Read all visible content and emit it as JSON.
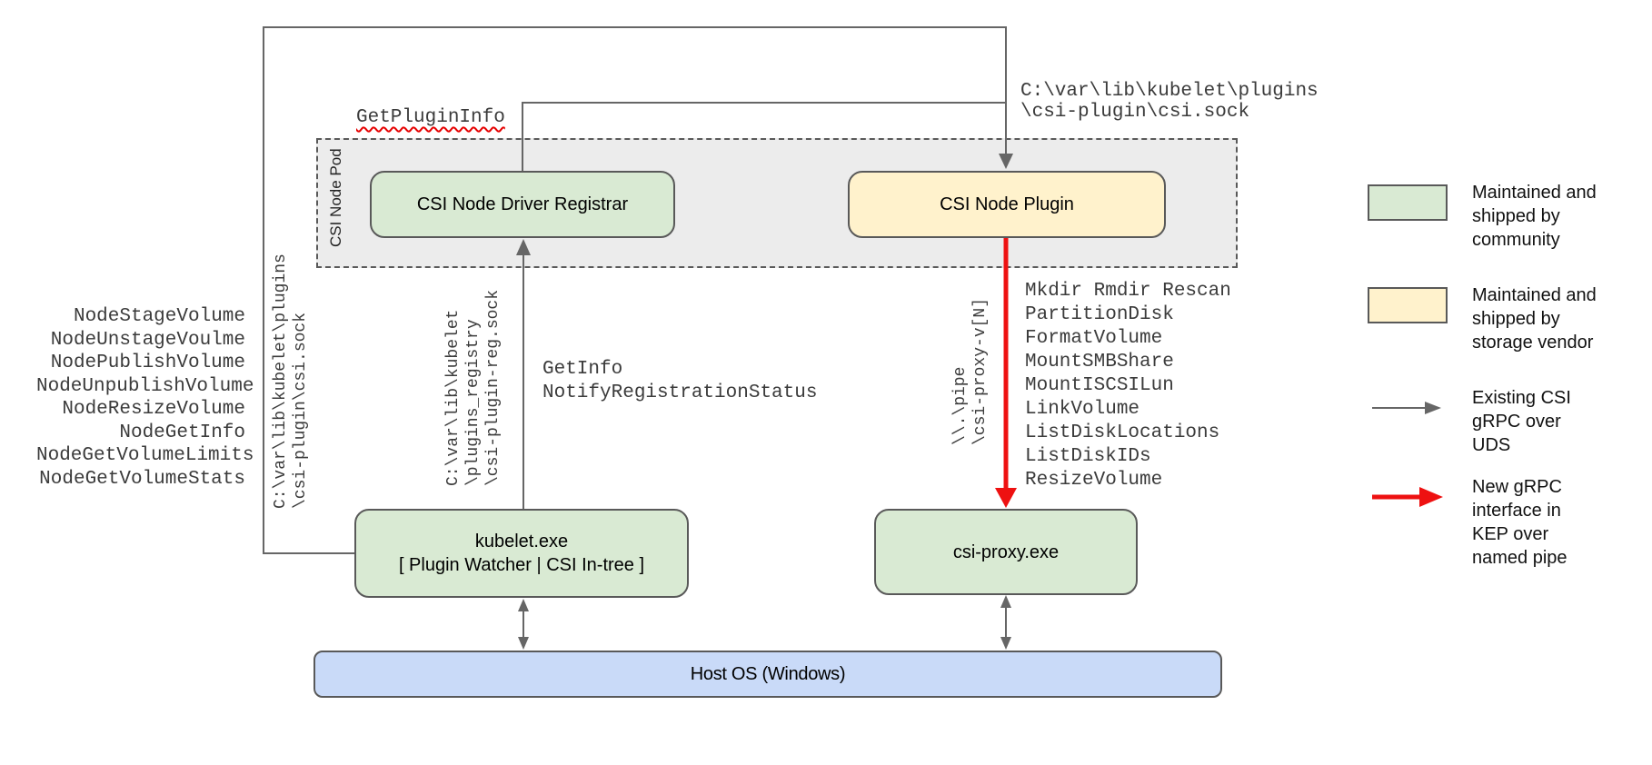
{
  "title": "CSI on Windows architecture diagram",
  "pod": {
    "label": "CSI Node Pod"
  },
  "boxes": {
    "registrar": {
      "label": "CSI Node Driver Registrar"
    },
    "plugin": {
      "label": "CSI Node Plugin"
    },
    "kubelet": {
      "line1": "kubelet.exe",
      "line2": "[ Plugin Watcher | CSI In-tree ]"
    },
    "csi_proxy": {
      "label": "csi-proxy.exe"
    },
    "host_os": {
      "label": "Host OS (Windows)"
    }
  },
  "calls": {
    "get_plugin_info": "GetPluginInfo",
    "registrar_calls": "GetInfo\nNotifyRegistrationStatus",
    "node_calls": [
      "NodeStageVolume",
      "NodeUnstageVoulme",
      "NodePublishVolume",
      "NodeUnpublishVolume",
      "NodeResizeVolume",
      "NodeGetInfo",
      "NodeGetVolumeLimits",
      "NodeGetVolumeStats"
    ],
    "proxy_calls": [
      "Mkdir Rmdir Rescan",
      "PartitionDisk",
      "FormatVolume",
      "MountSMBShare",
      "MountISCSILun",
      "LinkVolume",
      "ListDiskLocations",
      "ListDiskIDs",
      "ResizeVolume"
    ]
  },
  "paths": {
    "csi_sock_top": "C:\\var\\lib\\kubelet\\plugins\n\\csi-plugin\\csi.sock",
    "csi_sock_rotated": "C:\\var\\lib\\kubelet\\plugins\n\\csi-plugin\\csi.sock",
    "registry_sock_rotated": "C:\\var\\lib\\kubelet\n\\plugins_registry\n\\csi-plugin-reg.sock",
    "named_pipe_rotated": "\\\\.\\pipe\n\\csi-proxy-v[N]"
  },
  "legend": {
    "community": {
      "label": "Maintained and\nshipped by\ncommunity"
    },
    "vendor": {
      "label": "Maintained and\nshipped by\nstorage vendor"
    },
    "uds": {
      "label": "Existing CSI\ngRPC over\nUDS"
    },
    "pipe": {
      "label": "New gRPC\ninterface in\nKEP over\nnamed pipe"
    }
  },
  "colors": {
    "green": "#d9ead3",
    "yellow": "#fff2cc",
    "blue": "#c9daf8",
    "podgray": "#ececec",
    "border": "#595959",
    "line": "#666666",
    "red": "#ee1111"
  }
}
